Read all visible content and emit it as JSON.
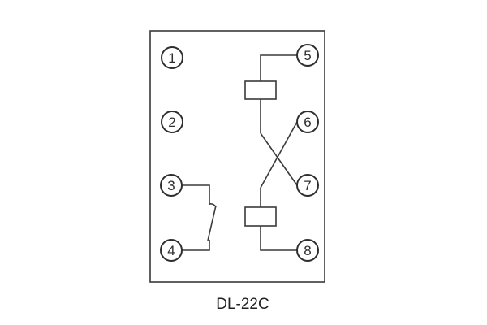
{
  "diagram": {
    "caption": "DL-22C",
    "terminals": {
      "t1": "1",
      "t2": "2",
      "t3": "3",
      "t4": "4",
      "t5": "5",
      "t6": "6",
      "t7": "7",
      "t8": "8"
    }
  },
  "colors": {
    "line": "#3a3a3a",
    "background": "#ffffff"
  }
}
